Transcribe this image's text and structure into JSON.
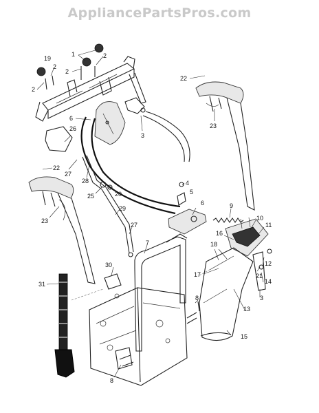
{
  "watermark": "AppliancePartsPros.com",
  "callouts": [
    {
      "id": "c1",
      "text": "1"
    },
    {
      "id": "c2a",
      "text": "2"
    },
    {
      "id": "c2b",
      "text": "2"
    },
    {
      "id": "c2c",
      "text": "2"
    },
    {
      "id": "c2d",
      "text": "2"
    },
    {
      "id": "c19",
      "text": "19"
    },
    {
      "id": "c22a",
      "text": "22"
    },
    {
      "id": "c6a",
      "text": "6"
    },
    {
      "id": "c3a",
      "text": "3"
    },
    {
      "id": "c23a",
      "text": "23"
    },
    {
      "id": "c26",
      "text": "26"
    },
    {
      "id": "c27a",
      "text": "27"
    },
    {
      "id": "c22b",
      "text": "22"
    },
    {
      "id": "c28",
      "text": "28"
    },
    {
      "id": "c25",
      "text": "25"
    },
    {
      "id": "c20",
      "text": "20"
    },
    {
      "id": "c4",
      "text": "4"
    },
    {
      "id": "c5",
      "text": "5"
    },
    {
      "id": "c6b",
      "text": "6"
    },
    {
      "id": "c9",
      "text": "9"
    },
    {
      "id": "c10",
      "text": "10"
    },
    {
      "id": "c11",
      "text": "11"
    },
    {
      "id": "c23b",
      "text": "23"
    },
    {
      "id": "c29",
      "text": "29"
    },
    {
      "id": "c27b",
      "text": "27"
    },
    {
      "id": "c16",
      "text": "16"
    },
    {
      "id": "c18",
      "text": "18"
    },
    {
      "id": "c7",
      "text": "7"
    },
    {
      "id": "c12",
      "text": "12"
    },
    {
      "id": "c30",
      "text": "30"
    },
    {
      "id": "c17",
      "text": "17"
    },
    {
      "id": "c21",
      "text": "21"
    },
    {
      "id": "c14",
      "text": "14"
    },
    {
      "id": "c31",
      "text": "31"
    },
    {
      "id": "c3b",
      "text": "3"
    },
    {
      "id": "c13",
      "text": "13"
    },
    {
      "id": "c8a",
      "text": "8"
    },
    {
      "id": "c15",
      "text": "15"
    },
    {
      "id": "c8b",
      "text": "8"
    }
  ]
}
